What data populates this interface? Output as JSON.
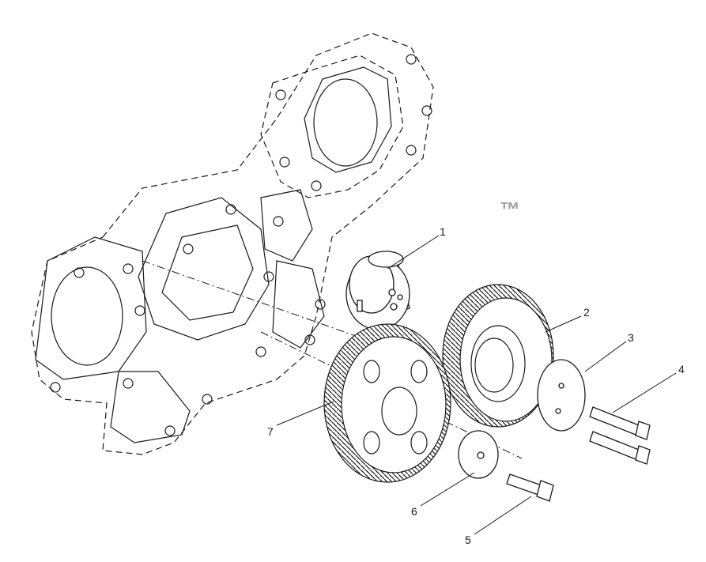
{
  "watermark": {
    "text": "",
    "trademark": "™"
  },
  "callouts": [
    {
      "label": "1",
      "part": "idler-shaft-hub"
    },
    {
      "label": "2",
      "part": "idler-gear"
    },
    {
      "label": "3",
      "part": "thrust-washer-plate"
    },
    {
      "label": "4",
      "part": "flange-bolt-pair"
    },
    {
      "label": "5",
      "part": "flange-bolt"
    },
    {
      "label": "6",
      "part": "washer"
    },
    {
      "label": "7",
      "part": "large-gear"
    }
  ],
  "colors": {
    "line": "#1a1a1a",
    "fill": "#ffffff",
    "watermark": "#d0d0d0"
  }
}
